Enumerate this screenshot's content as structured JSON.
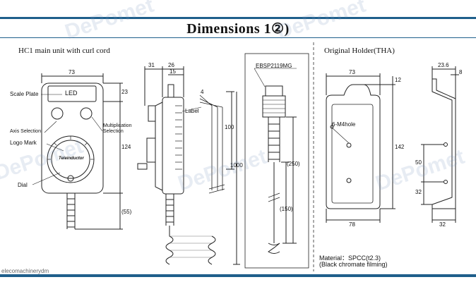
{
  "title": "Dimensions",
  "title_suffix": "1②)",
  "sections": {
    "main_unit": "HC1 main unit with curl cord",
    "holder": "Original Holder(THA)"
  },
  "labels": {
    "scale_plate": "Scale Plate",
    "led": "LED",
    "axis_selection": "Axis Selection",
    "logo_mark": "Logo Mark",
    "dial": "Dial",
    "multiplication_selection_1": "Multiplication",
    "multiplication_selection_2": "Selection",
    "label": "Label",
    "connector": "EBSP2119MG",
    "hole": "6-M4hole",
    "material": "Material：SPCC(t2.3)",
    "finish": "(Black chromate filming)",
    "logo_text": "Teleinductor"
  },
  "dimensions": {
    "d73a": "73",
    "d23": "23",
    "d124": "124",
    "d55": "(55)",
    "d31": "31",
    "d26": "26",
    "d15": "15",
    "d4": "4",
    "d100": "100",
    "d1000": "1000",
    "d250": "(250)",
    "d150": "(150)",
    "d73b": "73",
    "d12": "12",
    "d142": "142",
    "d78": "78",
    "d23_6": "23.6",
    "d8": "8",
    "d50": "50",
    "d32a": "32",
    "d32b": "32"
  },
  "watermark": "DePomet",
  "footer": "elecomachinerydm"
}
